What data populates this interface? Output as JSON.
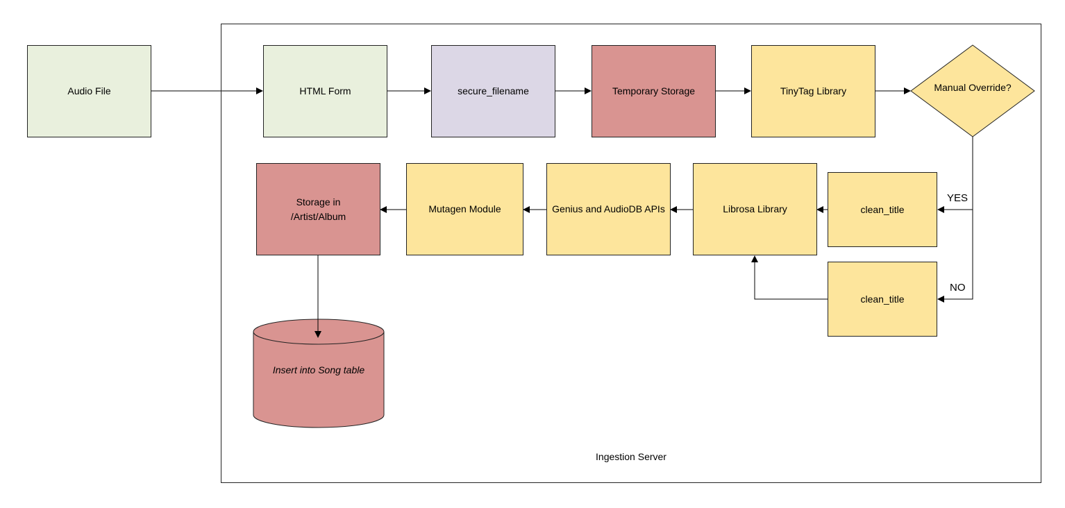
{
  "diagram": {
    "container": {
      "label": "Ingestion Server"
    },
    "nodes": {
      "audio_file": "Audio File",
      "html_form": "HTML Form",
      "secure_filename": "secure_filename",
      "temporary_storage": "Temporary Storage",
      "tinytag_library": "TinyTag Library",
      "manual_override": "Manual Override?",
      "clean_title_yes": "clean_title",
      "clean_title_no": "clean_title",
      "librosa_library": "Librosa Library",
      "genius_audiodb": "Genius and AudioDB APIs",
      "mutagen_module": "Mutagen Module",
      "storage_artist_album": {
        "line1": "Storage in",
        "line2": "/Artist/Album"
      },
      "song_table": "Insert into Song table"
    },
    "branch_labels": {
      "yes": "YES",
      "no": "NO"
    },
    "colors": {
      "input_green": "#e9f0dd",
      "sanitize_lilac": "#dcd7e6",
      "storage_red": "#d99491",
      "process_yellow": "#fde59c",
      "stroke": "#222222"
    }
  }
}
